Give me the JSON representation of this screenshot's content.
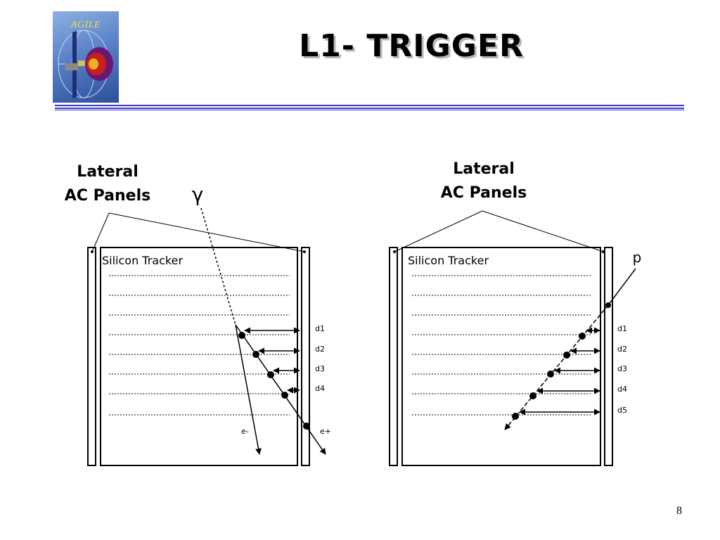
{
  "logo": {
    "text": "AGILE"
  },
  "title": "L1- TRIGGER",
  "page_number": "8",
  "colors": {
    "rule": "#3c3ccc",
    "logo_blue": "#2c4f9a",
    "logo_core": "#c8201a"
  },
  "left_panel": {
    "label_line1": "Lateral",
    "label_line2": "AC Panels",
    "particle_symbol": "γ",
    "tracker_label": "Silicon Tracker",
    "distances": [
      "d1",
      "d2",
      "d3",
      "d4"
    ],
    "pair_labels": [
      "e-",
      "e+"
    ]
  },
  "right_panel": {
    "label_line1": "Lateral",
    "label_line2": "AC Panels",
    "particle_symbol": "p",
    "tracker_label": "Silicon Tracker",
    "distances": [
      "d1",
      "d2",
      "d3",
      "d4",
      "d5"
    ]
  }
}
